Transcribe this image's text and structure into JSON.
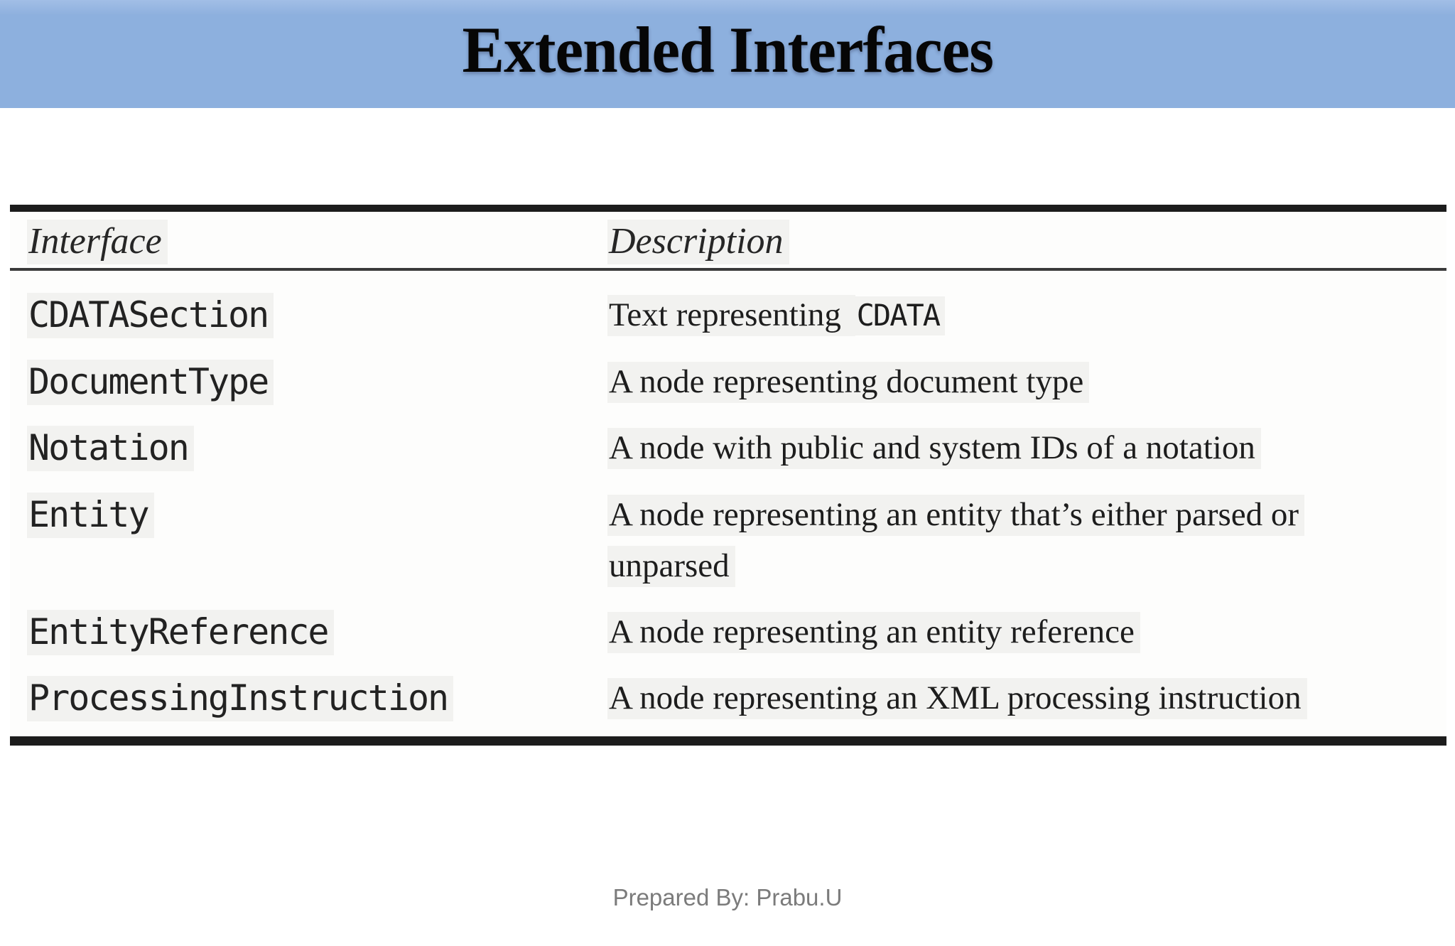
{
  "slide": {
    "title": "Extended Interfaces",
    "footer_credit": "Prepared By: Prabu.U"
  },
  "theme": {
    "header_bg": "#8DB0DE",
    "table_border_color": "#1C1C1C",
    "header_rule_color": "#3A3A3A",
    "text_color": "#1F1F1F",
    "footer_text_color": "#7B7B7B"
  },
  "table": {
    "columns": [
      {
        "label": "Interface"
      },
      {
        "label": "Description"
      }
    ],
    "rows": [
      {
        "interface": "CDATASection",
        "desc_parts": [
          {
            "text": "Text representing ",
            "mono": false
          },
          {
            "text": "CDATA",
            "mono": true
          }
        ]
      },
      {
        "interface": "DocumentType",
        "desc_parts": [
          {
            "text": "A node representing document type",
            "mono": false
          }
        ]
      },
      {
        "interface": "Notation",
        "desc_parts": [
          {
            "text": "A node with public and system IDs of a notation",
            "mono": false
          }
        ]
      },
      {
        "interface": "Entity",
        "desc_parts": [
          {
            "text": "A node representing an entity that’s either parsed or unparsed",
            "mono": false
          }
        ]
      },
      {
        "interface": "EntityReference",
        "desc_parts": [
          {
            "text": "A node representing an entity reference",
            "mono": false
          }
        ]
      },
      {
        "interface": "ProcessingInstruction",
        "desc_parts": [
          {
            "text": "A node representing an XML processing instruction",
            "mono": false
          }
        ]
      }
    ]
  }
}
